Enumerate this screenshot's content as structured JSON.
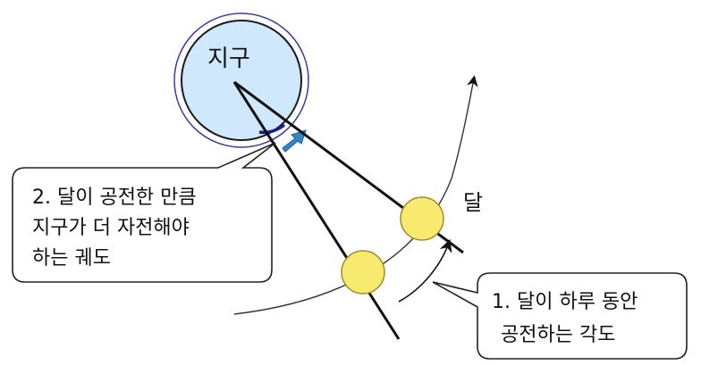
{
  "earth": {
    "label": "지구"
  },
  "moon": {
    "label": "달"
  },
  "callout_earth": {
    "lines": [
      "2. 달이 공전한 만큼",
      "지구가 더 자전해야",
      "하는 궤도"
    ]
  },
  "callout_moon": {
    "lines": [
      "1. 달이 하루 동안",
      "공전하는 각도"
    ]
  },
  "colors": {
    "earth_fill": "#cfe8fb",
    "earth_outline": "#1b1b1b",
    "outer_ring": "#3b3b9a",
    "moon_fill": "#f7ea6e",
    "moon_outline": "#a08a2a",
    "blue_arrow": "#2f86c8",
    "lines": "#111111"
  }
}
